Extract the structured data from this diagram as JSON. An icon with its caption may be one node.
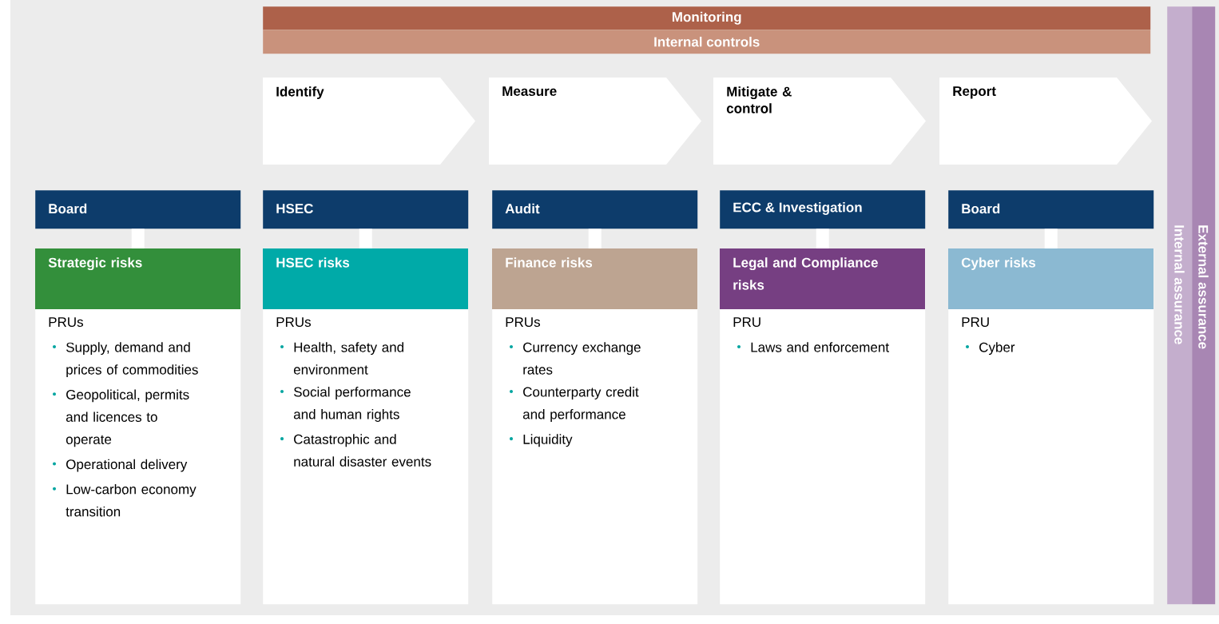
{
  "diagram": {
    "nodes": [
      {
        "text": [
          "Monitoring"
        ]
      },
      {
        "text": [
          "Internal controls"
        ]
      },
      {
        "text": [
          "Identify"
        ]
      },
      {
        "text": [
          "Measure"
        ]
      },
      {
        "text": [
          "Mitigate & control"
        ]
      },
      {
        "text": [
          "Report"
        ]
      },
      {
        "text": [
          "Internal assurance"
        ]
      },
      {
        "text": [
          "External assurance"
        ]
      },
      {
        "text": [
          "Board"
        ]
      },
      {
        "text": [
          "Strategic risks",
          "PRUs",
          "Supply, demand and prices of commodities",
          "Geopolitical, permits and licences to operate",
          "Operational delivery",
          "Low-carbon economy transition"
        ]
      },
      {
        "text": [
          "HSEC"
        ]
      },
      {
        "text": [
          "HSEC risks",
          "PRUs",
          "Health, safety and environment",
          "Social performance and human rights",
          "Catastrophic and natural disaster events"
        ]
      },
      {
        "text": [
          "Audit"
        ]
      },
      {
        "text": [
          "Finance risks",
          "PRUs",
          "Currency exchange rates",
          "Counterparty credit and performance",
          "Liquidity"
        ]
      },
      {
        "text": [
          "ECC & Investigation"
        ]
      },
      {
        "text": [
          "Legal and Compliance risks",
          "PRU",
          "Laws and enforcement"
        ]
      },
      {
        "text": [
          "Board"
        ]
      },
      {
        "text": [
          "Cyber risks",
          "PRU",
          "Cyber"
        ]
      }
    ],
    "edges": [
      {
        "from": 8,
        "to": 9,
        "arrow": "none"
      },
      {
        "from": 10,
        "to": 11,
        "arrow": "none"
      },
      {
        "from": 12,
        "to": 13,
        "arrow": "none"
      },
      {
        "from": 14,
        "to": 15,
        "arrow": "none"
      },
      {
        "from": 16,
        "to": 17,
        "arrow": "none"
      }
    ]
  }
}
